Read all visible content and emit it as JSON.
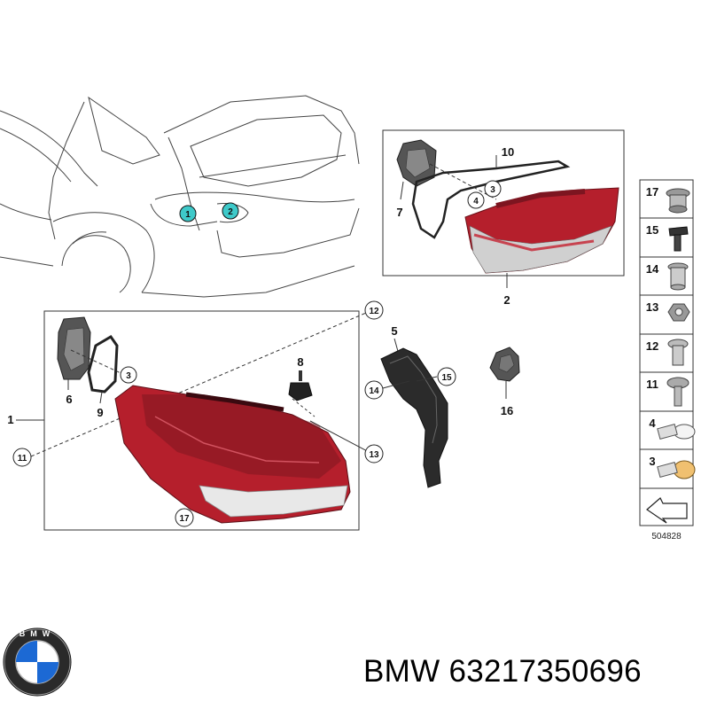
{
  "callouts": {
    "c1": "1",
    "c2": "2",
    "c3a": "3",
    "c4a": "4",
    "c3b": "3",
    "c11": "11",
    "c12": "12",
    "c13": "13",
    "c14": "14",
    "c15": "15",
    "c17": "17"
  },
  "labels": {
    "l10": "10",
    "l7": "7",
    "l2": "2",
    "l1": "1",
    "l6": "6",
    "l9": "9",
    "l8": "8",
    "l5": "5",
    "l16": "16"
  },
  "legend": [
    "17",
    "15",
    "14",
    "13",
    "12",
    "11",
    "4",
    "3"
  ],
  "ref_number": "504828",
  "caption": "BMW 63217350696",
  "logo_letters": "BMW",
  "colors": {
    "lamp_red": "#b51f2c",
    "lamp_dark": "#7d1520",
    "marker_teal": "#3ec9c9",
    "bmw_blue": "#1c69d4"
  }
}
